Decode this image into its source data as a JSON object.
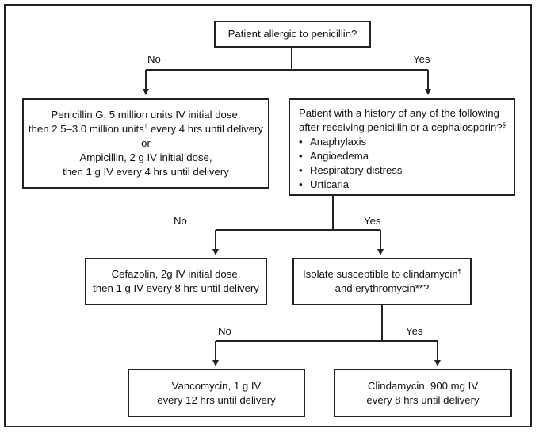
{
  "root": {
    "text": "Patient allergic to penicillin?"
  },
  "branch1": {
    "no": "No",
    "yes": "Yes"
  },
  "penicillin": {
    "line1": "Penicillin G, 5 million units IV initial dose,",
    "line2a": "then 2.5–3.0 million units",
    "line2_sup": "†",
    "line2b": " every 4 hrs until delivery",
    "or": "or",
    "line3": "Ampicillin, 2 g IV initial dose,",
    "line4": "then 1 g IV every 4 hrs until delivery"
  },
  "history": {
    "line1": "Patient with a history of any of the following",
    "line2": "after receiving penicillin or a cephalosporin?",
    "line2_sup": "§",
    "items": [
      "Anaphylaxis",
      "Angioedema",
      "Respiratory distress",
      "Urticaria"
    ]
  },
  "branch2": {
    "no": "No",
    "yes": "Yes"
  },
  "cefazolin": {
    "line1": "Cefazolin, 2g IV initial dose,",
    "line2": "then 1 g IV every 8 hrs until delivery"
  },
  "isolate": {
    "line1": "Isolate susceptible to clindamycin",
    "line1_sup": "¶",
    "line2": "and erythromycin**?"
  },
  "branch3": {
    "no": "No",
    "yes": "Yes"
  },
  "vancomycin": {
    "line1": "Vancomycin, 1 g IV",
    "line2": "every 12 hrs until delivery"
  },
  "clindamycin": {
    "line1": "Clindamycin, 900 mg IV",
    "line2": "every 8 hrs until delivery"
  },
  "colors": {
    "stroke": "#222222",
    "background": "#ffffff"
  }
}
